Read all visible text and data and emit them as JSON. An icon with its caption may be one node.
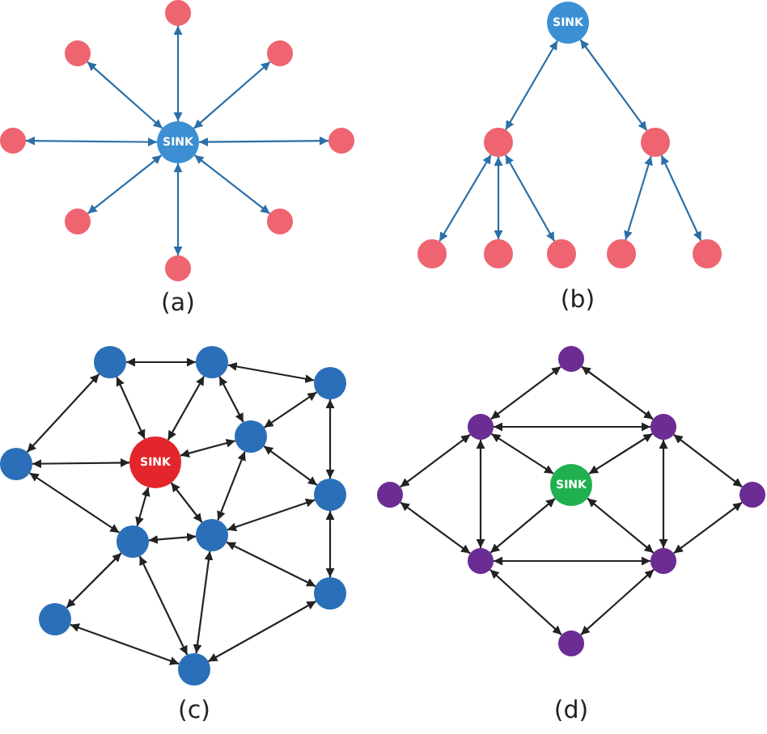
{
  "diagram": {
    "nodes": [
      {
        "text": [],
        "shape": "circle"
      },
      {
        "text": [],
        "shape": "circle"
      },
      {
        "text": [],
        "shape": "circle"
      },
      {
        "text": [],
        "shape": "circle"
      },
      {
        "text": [
          "SINK"
        ]
      },
      {
        "text": [],
        "shape": "circle"
      },
      {
        "text": [],
        "shape": "circle"
      },
      {
        "text": [],
        "shape": "circle"
      },
      {
        "text": [],
        "shape": "circle"
      },
      {
        "text": [
          "SINK"
        ]
      },
      {
        "text": [],
        "shape": "circle"
      },
      {
        "text": [],
        "shape": "circle"
      },
      {
        "text": [],
        "shape": "circle"
      },
      {
        "text": [],
        "shape": "circle"
      },
      {
        "text": [],
        "shape": "circle"
      },
      {
        "text": [],
        "shape": "circle"
      },
      {
        "text": [],
        "shape": "circle"
      },
      {
        "text": [],
        "shape": "circle"
      },
      {
        "text": [],
        "shape": "circle"
      },
      {
        "text": [],
        "shape": "circle"
      },
      {
        "text": [],
        "shape": "circle"
      },
      {
        "text": [],
        "shape": "circle"
      },
      {
        "text": [
          "SINK"
        ]
      },
      {
        "text": [],
        "shape": "circle"
      },
      {
        "text": [],
        "shape": "circle"
      },
      {
        "text": [],
        "shape": "circle"
      },
      {
        "text": [],
        "shape": "circle"
      },
      {
        "text": [],
        "shape": "circle"
      },
      {
        "text": [],
        "shape": "circle"
      },
      {
        "text": [],
        "shape": "circle"
      },
      {
        "text": [],
        "shape": "circle"
      },
      {
        "text": [],
        "shape": "circle"
      },
      {
        "text": [],
        "shape": "circle"
      },
      {
        "text": [
          "SINK"
        ]
      },
      {
        "text": [],
        "shape": "circle"
      },
      {
        "text": [],
        "shape": "circle"
      },
      {
        "text": [],
        "shape": "circle"
      },
      {
        "text": [],
        "shape": "circle"
      }
    ],
    "edges": [
      {
        "from": 4,
        "to": 0,
        "arrow": "both",
        "color": "#2a6fa8"
      },
      {
        "from": 4,
        "to": 1,
        "arrow": "both",
        "color": "#2a6fa8"
      },
      {
        "from": 4,
        "to": 2,
        "arrow": "both",
        "color": "#2a6fa8"
      },
      {
        "from": 4,
        "to": 3,
        "arrow": "both",
        "color": "#2a6fa8"
      },
      {
        "from": 4,
        "to": 5,
        "arrow": "both",
        "color": "#2a6fa8"
      },
      {
        "from": 4,
        "to": 6,
        "arrow": "both",
        "color": "#2a6fa8"
      },
      {
        "from": 4,
        "to": 7,
        "arrow": "both",
        "color": "#2a6fa8"
      },
      {
        "from": 4,
        "to": 8,
        "arrow": "both",
        "color": "#2a6fa8"
      },
      {
        "from": 9,
        "to": 10,
        "arrow": "both",
        "color": "#2a6fa8"
      },
      {
        "from": 9,
        "to": 11,
        "arrow": "both",
        "color": "#2a6fa8"
      },
      {
        "from": 10,
        "to": 12,
        "arrow": "both",
        "color": "#2a6fa8"
      },
      {
        "from": 10,
        "to": 13,
        "arrow": "both",
        "color": "#2a6fa8"
      },
      {
        "from": 10,
        "to": 14,
        "arrow": "both",
        "color": "#2a6fa8"
      },
      {
        "from": 11,
        "to": 15,
        "arrow": "both",
        "color": "#2a6fa8"
      },
      {
        "from": 11,
        "to": 16,
        "arrow": "both",
        "color": "#2a6fa8"
      },
      {
        "from": 17,
        "to": 18,
        "arrow": "both"
      },
      {
        "from": 18,
        "to": 19,
        "arrow": "both"
      },
      {
        "from": 17,
        "to": 21,
        "arrow": "both"
      },
      {
        "from": 17,
        "to": 22,
        "arrow": "both"
      },
      {
        "from": 18,
        "to": 22,
        "arrow": "both"
      },
      {
        "from": 18,
        "to": 20,
        "arrow": "both"
      },
      {
        "from": 19,
        "to": 20,
        "arrow": "both"
      },
      {
        "from": 19,
        "to": 23,
        "arrow": "both"
      },
      {
        "from": 21,
        "to": 22,
        "arrow": "both"
      },
      {
        "from": 21,
        "to": 25,
        "arrow": "both"
      },
      {
        "from": 22,
        "to": 20,
        "arrow": "both"
      },
      {
        "from": 22,
        "to": 25,
        "arrow": "both"
      },
      {
        "from": 22,
        "to": 24,
        "arrow": "both"
      },
      {
        "from": 20,
        "to": 24,
        "arrow": "both"
      },
      {
        "from": 20,
        "to": 23,
        "arrow": "both"
      },
      {
        "from": 23,
        "to": 24,
        "arrow": "both"
      },
      {
        "from": 23,
        "to": 26,
        "arrow": "both"
      },
      {
        "from": 25,
        "to": 24,
        "arrow": "both"
      },
      {
        "from": 25,
        "to": 27,
        "arrow": "both"
      },
      {
        "from": 25,
        "to": 28,
        "arrow": "both"
      },
      {
        "from": 24,
        "to": 28,
        "arrow": "both"
      },
      {
        "from": 24,
        "to": 26,
        "arrow": "both"
      },
      {
        "from": 26,
        "to": 28,
        "arrow": "both"
      },
      {
        "from": 27,
        "to": 28,
        "arrow": "both"
      },
      {
        "from": 29,
        "to": 30,
        "arrow": "both"
      },
      {
        "from": 29,
        "to": 31,
        "arrow": "both"
      },
      {
        "from": 30,
        "to": 31,
        "arrow": "both"
      },
      {
        "from": 30,
        "to": 32,
        "arrow": "both"
      },
      {
        "from": 30,
        "to": 33,
        "arrow": "both"
      },
      {
        "from": 30,
        "to": 35,
        "arrow": "both"
      },
      {
        "from": 31,
        "to": 33,
        "arrow": "both"
      },
      {
        "from": 31,
        "to": 36,
        "arrow": "both"
      },
      {
        "from": 31,
        "to": 34,
        "arrow": "both"
      },
      {
        "from": 32,
        "to": 35,
        "arrow": "both"
      },
      {
        "from": 33,
        "to": 35,
        "arrow": "both"
      },
      {
        "from": 33,
        "to": 36,
        "arrow": "both"
      },
      {
        "from": 35,
        "to": 36,
        "arrow": "both"
      },
      {
        "from": 36,
        "to": 34,
        "arrow": "both"
      },
      {
        "from": 35,
        "to": 37,
        "arrow": "both"
      },
      {
        "from": 36,
        "to": 37,
        "arrow": "both"
      }
    ],
    "labels": [
      "(a)",
      "(b)",
      "(c)",
      "(d)"
    ]
  }
}
